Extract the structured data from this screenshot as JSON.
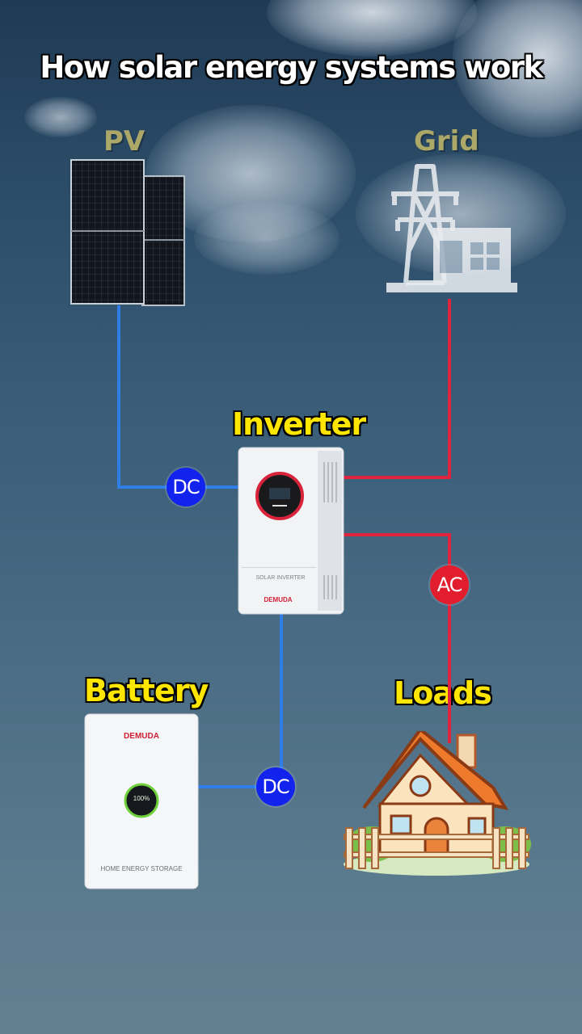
{
  "title": "How solar energy systems work",
  "nodes": {
    "pv": "PV",
    "grid": "Grid",
    "inverter": "Inverter",
    "battery": "Battery",
    "loads": "Loads"
  },
  "connections": {
    "pv_inverter": "DC",
    "battery_inverter": "DC",
    "inverter_loads": "AC"
  },
  "inverter_device": {
    "model_text": "SOLAR INVERTER",
    "brand": "DEMUDA"
  },
  "battery_device": {
    "brand": "DEMUDA",
    "display": "100%",
    "caption": "HOME ENERGY STORAGE"
  },
  "colors": {
    "dc_line": "#2f7de6",
    "ac_line": "#e0243e",
    "dc_badge": "#1323ee",
    "ac_badge": "#e11d2e",
    "label_yellow": "#ffe600"
  }
}
